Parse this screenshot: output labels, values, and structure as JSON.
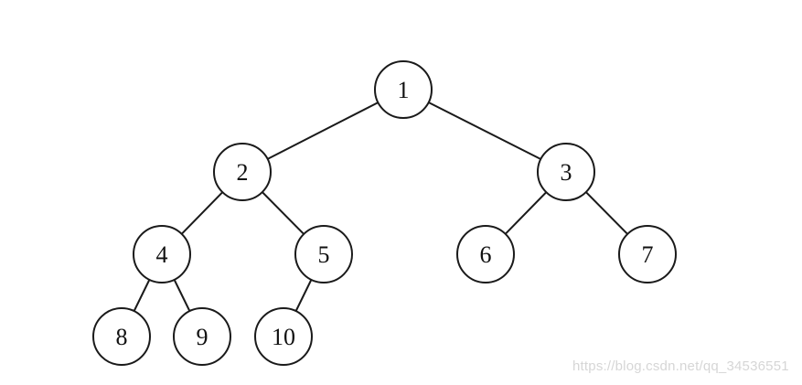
{
  "tree": {
    "nodes": [
      {
        "id": 1,
        "label": "1"
      },
      {
        "id": 2,
        "label": "2"
      },
      {
        "id": 3,
        "label": "3"
      },
      {
        "id": 4,
        "label": "4"
      },
      {
        "id": 5,
        "label": "5"
      },
      {
        "id": 6,
        "label": "6"
      },
      {
        "id": 7,
        "label": "7"
      },
      {
        "id": 8,
        "label": "8"
      },
      {
        "id": 9,
        "label": "9"
      },
      {
        "id": 10,
        "label": "10"
      }
    ],
    "edges": [
      [
        1,
        2
      ],
      [
        1,
        3
      ],
      [
        2,
        4
      ],
      [
        2,
        5
      ],
      [
        3,
        6
      ],
      [
        3,
        7
      ],
      [
        4,
        8
      ],
      [
        4,
        9
      ],
      [
        5,
        10
      ]
    ]
  },
  "watermark": "https://blog.csdn.net/qq_34536551"
}
